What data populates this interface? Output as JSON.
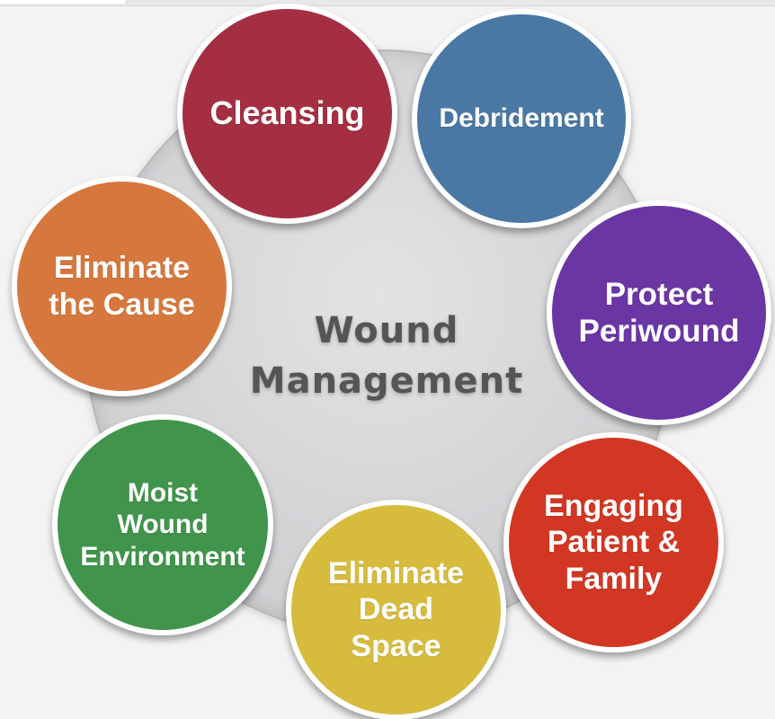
{
  "diagram": {
    "center": {
      "title": "Wound\nManagement"
    },
    "items": [
      {
        "label": "Cleansing",
        "color": "#a52f42"
      },
      {
        "label": "Debridement",
        "color": "#4a78a4"
      },
      {
        "label": "Protect\nPeriwound",
        "color": "#6a36a3"
      },
      {
        "label": "Engaging\nPatient &\nFamily",
        "color": "#d23723"
      },
      {
        "label": "Eliminate\nDead\nSpace",
        "color": "#d6bb3d"
      },
      {
        "label": "Moist\nWound\nEnvironment",
        "color": "#41944b"
      },
      {
        "label": "Eliminate\nthe Cause",
        "color": "#d6783d"
      }
    ],
    "hub_color": "#d4d4d7"
  }
}
